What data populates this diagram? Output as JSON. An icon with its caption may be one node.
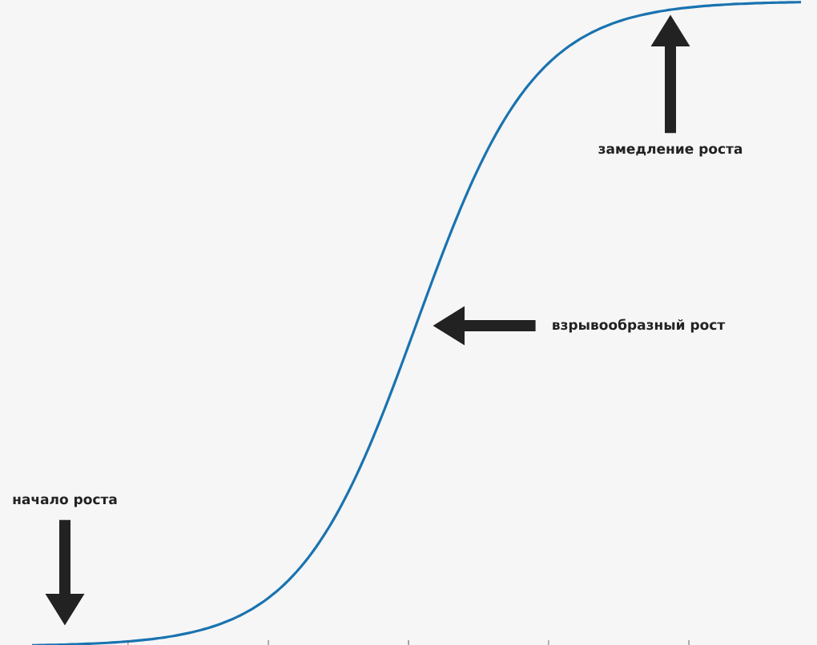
{
  "diagram": {
    "nodes": [
      {
        "text": [
          "замедление роста"
        ]
      },
      {
        "text": [
          "взрывообразный рост"
        ]
      },
      {
        "text": [
          "начало роста"
        ]
      }
    ],
    "edges": [
      {
        "from": 0,
        "to": null,
        "arrow": "to"
      },
      {
        "from": 1,
        "to": null,
        "arrow": "to"
      },
      {
        "from": 2,
        "to": null,
        "arrow": "to"
      }
    ]
  }
}
